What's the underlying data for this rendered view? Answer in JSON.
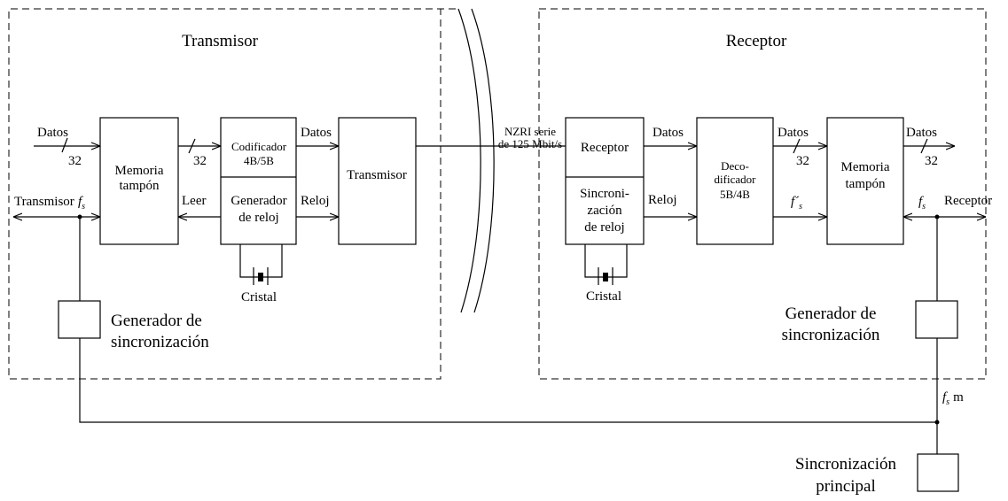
{
  "transmitter_section": {
    "title": "Transmisor",
    "data_in_label": "Datos",
    "data_in_width": "32",
    "buffer_line1": "Memoria",
    "buffer_line2": "tampón",
    "bus_width": "32",
    "read_label": "Leer",
    "encoder_line1": "Codificador",
    "encoder_line2": "4B/5B",
    "clock_gen_line1": "Generador",
    "clock_gen_line2": "de reloj",
    "data_out_label": "Datos",
    "clock_label": "Reloj",
    "transmitter_box": "Transmisor",
    "crystal_label": "Cristal",
    "ext_label": "Transmisor",
    "fs_label": "f",
    "fs_sub": "s",
    "sync_gen_line1": "Generador de",
    "sync_gen_line2": "sincronización"
  },
  "link": {
    "line1": "NZRI serie",
    "line2": "de 125 Mbit/s"
  },
  "receiver_section": {
    "title": "Receptor",
    "receiver_box": "Receptor",
    "sync_line1": "Sincroni-",
    "sync_line2": "zación",
    "sync_line3": "de reloj",
    "crystal_label": "Cristal",
    "data_label": "Datos",
    "clock_label": "Reloj",
    "decoder_line1": "Deco-",
    "decoder_line2": "dificador",
    "decoder_line3": "5B/4B",
    "data_to_buffer_label": "Datos",
    "data_to_buffer_width": "32",
    "fs_prime_label": "f´",
    "fs_prime_sub": "s",
    "buffer_line1": "Memoria",
    "buffer_line2": "tampón",
    "data_out_label": "Datos",
    "data_out_width": "32",
    "fs_label": "f",
    "fs_sub": "s",
    "ext_label": "Receptor",
    "sync_gen_line1": "Generador de",
    "sync_gen_line2": "sincronización"
  },
  "master": {
    "fs_label": "f",
    "fs_sub": "s",
    "fs_suffix": "m",
    "line1": "Sincronización",
    "line2": "principal"
  }
}
